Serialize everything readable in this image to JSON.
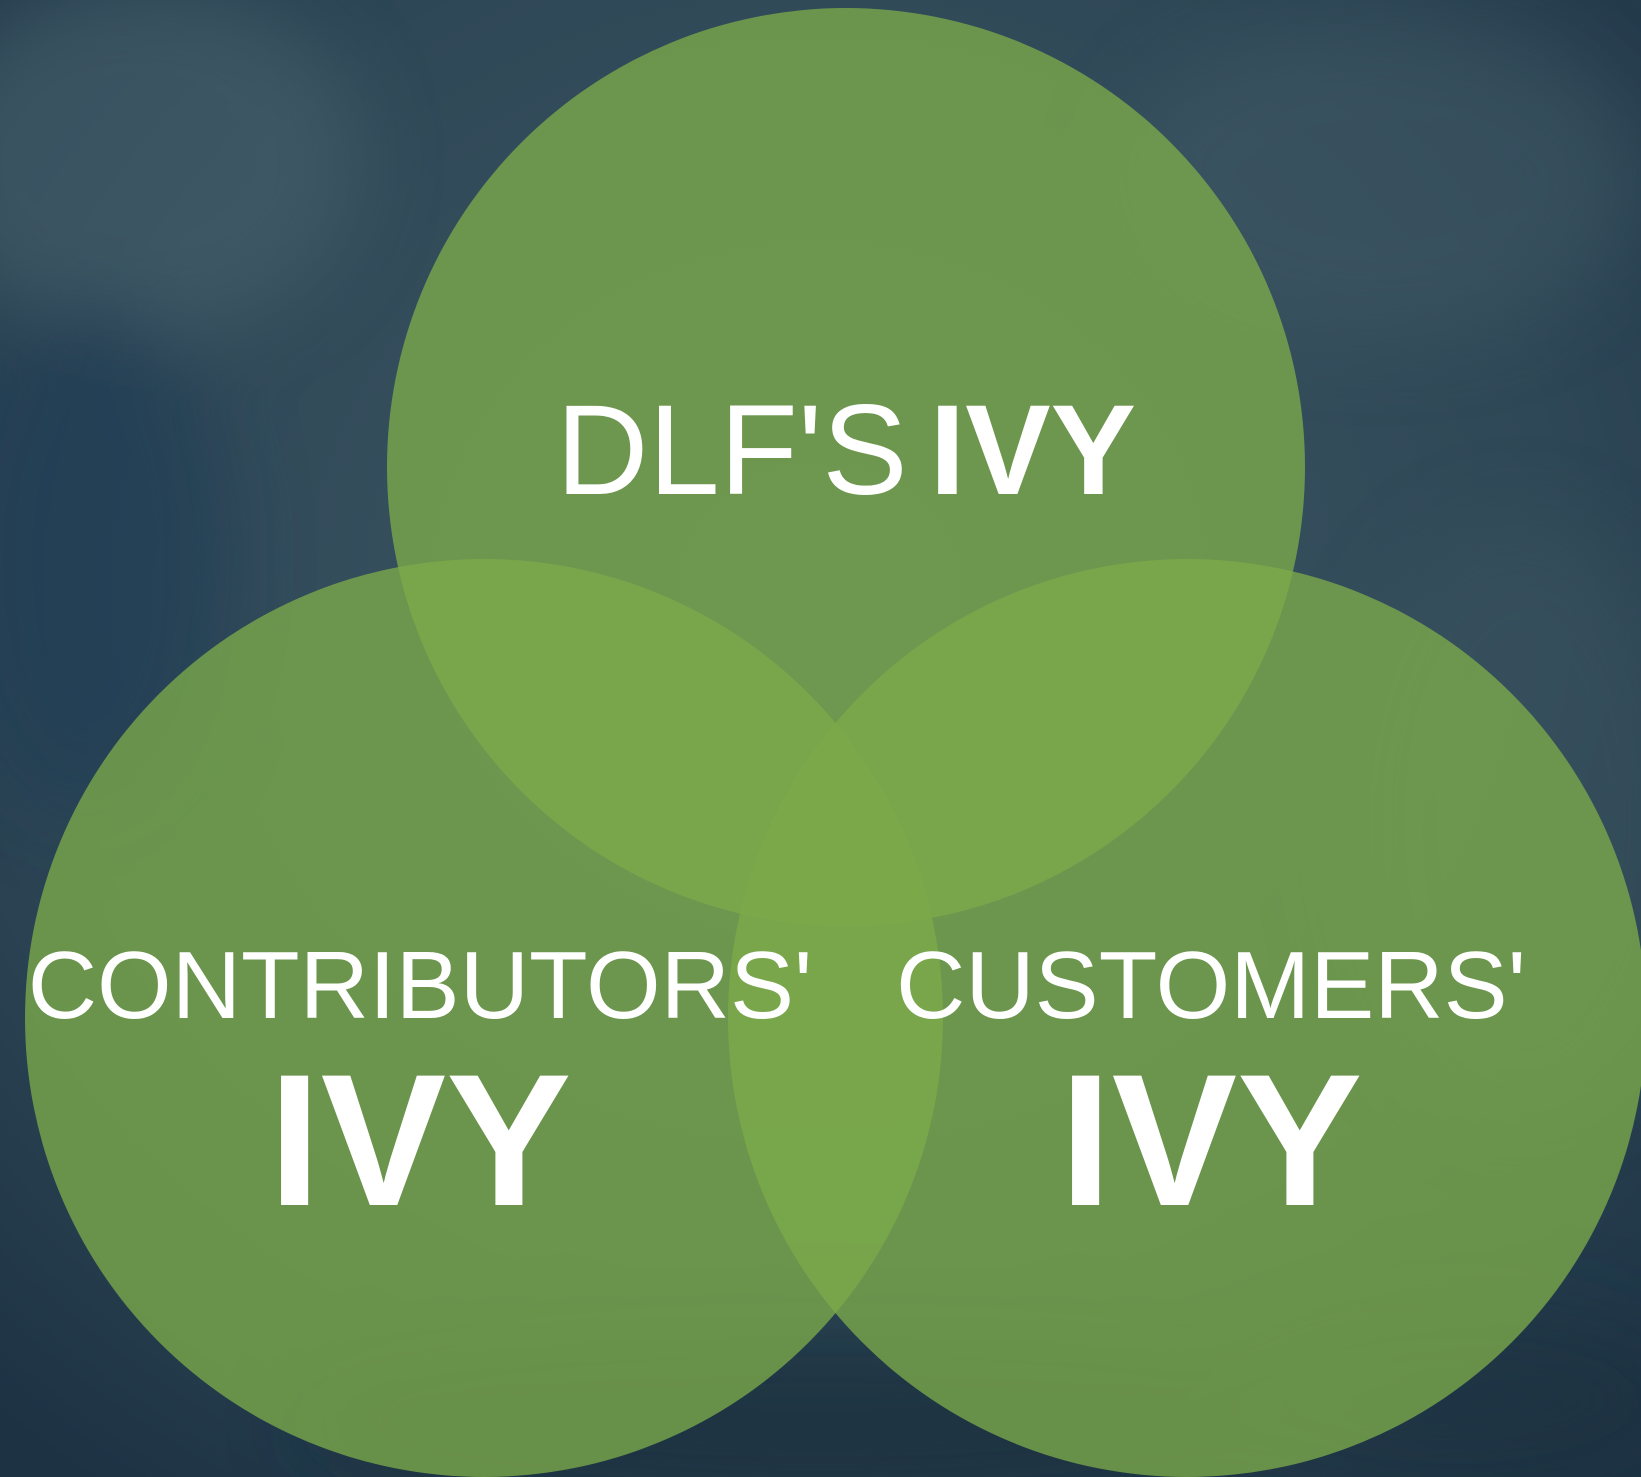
{
  "diagram": {
    "type": "venn",
    "colors": {
      "background": "#2c4452",
      "circle_fill": "#7cab4a",
      "text": "#ffffff"
    },
    "circles": [
      {
        "id": "top",
        "prefix": "DLF'S",
        "name": "IVY"
      },
      {
        "id": "left",
        "prefix": "CONTRIBUTORS'",
        "name": "IVY"
      },
      {
        "id": "right",
        "prefix": "CUSTOMERS'",
        "name": "IVY"
      }
    ]
  }
}
